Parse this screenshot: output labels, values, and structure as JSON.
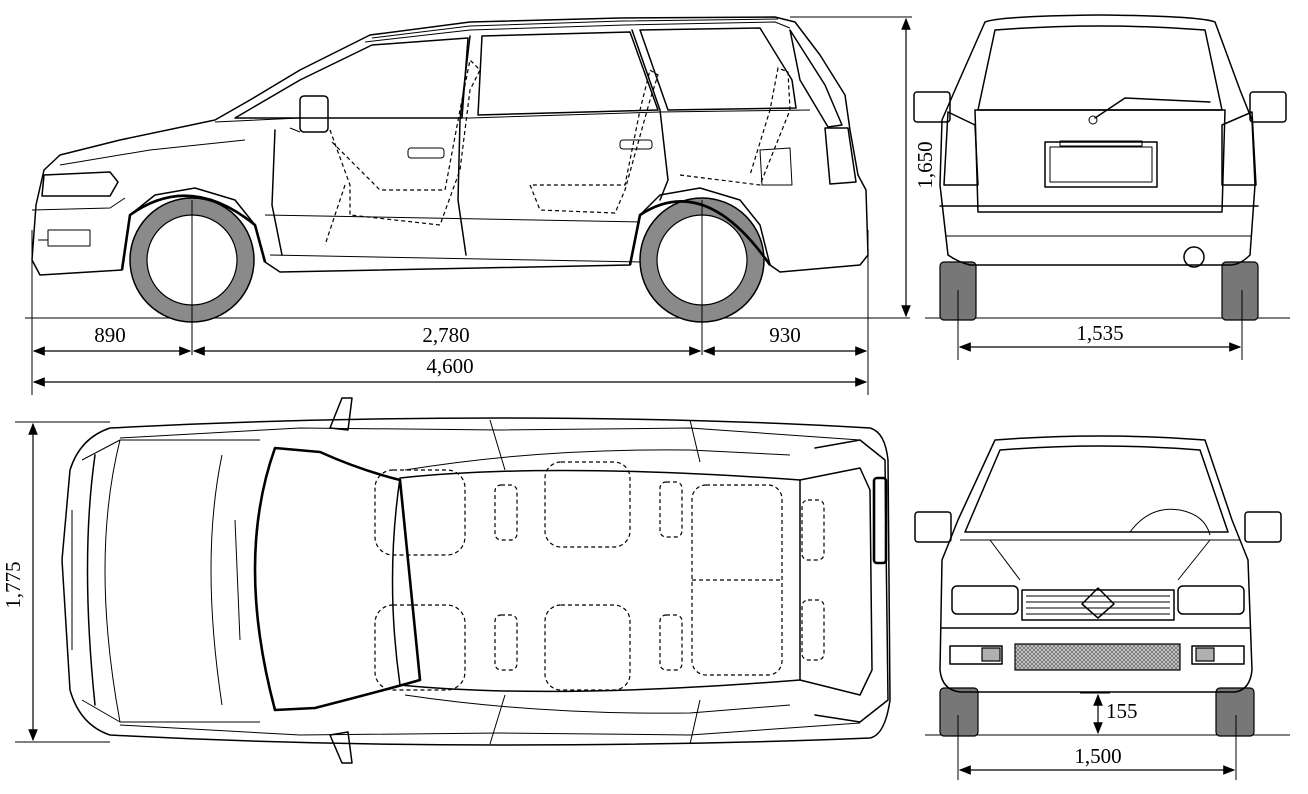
{
  "diagram": {
    "side_view": {
      "front_overhang": "890",
      "wheelbase": "2,780",
      "rear_overhang": "930",
      "overall_length": "4,600",
      "height": "1,650"
    },
    "rear_view": {
      "rear_track": "1,535"
    },
    "top_view": {
      "overall_width": "1,775"
    },
    "front_view": {
      "ground_clearance": "155",
      "front_track": "1,500"
    }
  }
}
